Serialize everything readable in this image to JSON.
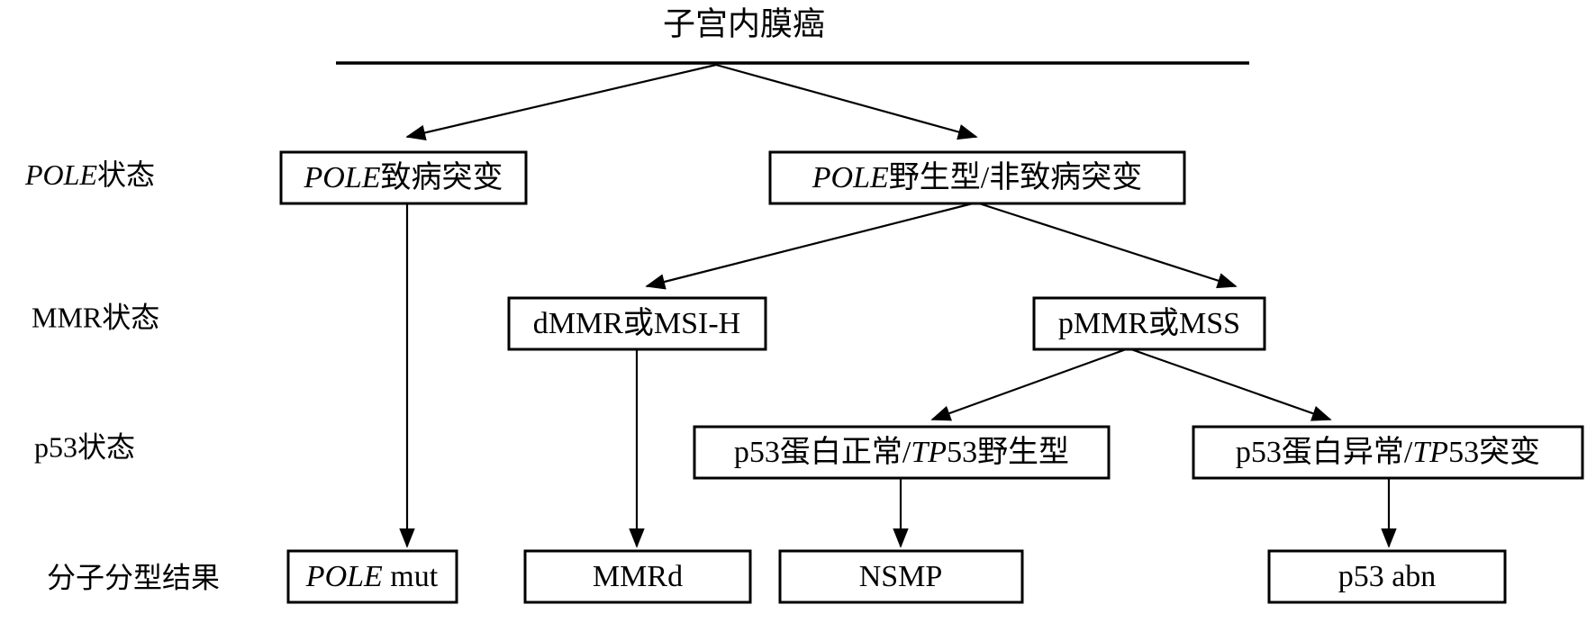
{
  "diagram": {
    "title": "子宫内膜癌",
    "type": "flowchart",
    "orientation": "top-down",
    "colors": {
      "background": "#ffffff",
      "stroke": "#000000",
      "box_fill": "#ffffff",
      "text": "#000000"
    },
    "row_labels": [
      {
        "id": "pole-status",
        "text_italic": "POLE",
        "text_plain": "状态",
        "full": "POLE状态"
      },
      {
        "id": "mmr-status",
        "text_italic": "",
        "text_plain": "MMR状态",
        "full": "MMR状态"
      },
      {
        "id": "p53-status",
        "text_italic": "",
        "text_plain": "p53状态",
        "full": "p53状态"
      },
      {
        "id": "classification-result",
        "text_italic": "",
        "text_plain": "分子分型结果",
        "full": "分子分型结果"
      }
    ],
    "nodes": {
      "root": {
        "id": "root",
        "label": "子宫内膜癌"
      },
      "pole_mut": {
        "id": "pole-pathogenic-mutation",
        "italic": "POLE",
        "plain": "致病突变",
        "full": "POLE致病突变"
      },
      "pole_wt": {
        "id": "pole-wildtype-nonpathogenic",
        "italic": "POLE",
        "plain": "野生型/非致病突变",
        "full": "POLE野生型/非致病突变"
      },
      "dmmr": {
        "id": "dmmr-msi-h",
        "italic": "",
        "plain": "dMMR或MSI-H",
        "full": "dMMR或MSI-H"
      },
      "pmmr": {
        "id": "pmmr-mss",
        "italic": "",
        "plain": "pMMR或MSS",
        "full": "pMMR或MSS"
      },
      "p53_normal": {
        "id": "p53-normal-tp53-wildtype",
        "pre": "p53蛋白正常/",
        "italic": "TP",
        "post": "53野生型",
        "full": "p53蛋白正常/TP53野生型"
      },
      "p53_abnormal": {
        "id": "p53-abnormal-tp53-mutated",
        "pre": "p53蛋白异常/",
        "italic": "TP",
        "post": "53突变",
        "full": "p53蛋白异常/TP53突变"
      },
      "result_pole": {
        "id": "result-pole-mut",
        "italic": "POLE",
        "plain": " mut",
        "full": "POLE mut"
      },
      "result_mmrd": {
        "id": "result-mmrd",
        "italic": "",
        "plain": "MMRd",
        "full": "MMRd"
      },
      "result_nsmp": {
        "id": "result-nsmp",
        "italic": "",
        "plain": "NSMP",
        "full": "NSMP"
      },
      "result_p53abn": {
        "id": "result-p53-abn",
        "italic": "",
        "plain": "p53 abn",
        "full": "p53 abn"
      }
    },
    "edges": [
      {
        "from": "root",
        "to": "pole_mut",
        "arrow": true
      },
      {
        "from": "root",
        "to": "pole_wt",
        "arrow": true
      },
      {
        "from": "pole_wt",
        "to": "dmmr",
        "arrow": true
      },
      {
        "from": "pole_wt",
        "to": "pmmr",
        "arrow": true
      },
      {
        "from": "pmmr",
        "to": "p53_normal",
        "arrow": true
      },
      {
        "from": "pmmr",
        "to": "p53_abnormal",
        "arrow": true
      },
      {
        "from": "pole_mut",
        "to": "result_pole",
        "arrow": true
      },
      {
        "from": "dmmr",
        "to": "result_mmrd",
        "arrow": true
      },
      {
        "from": "p53_normal",
        "to": "result_nsmp",
        "arrow": true
      },
      {
        "from": "p53_abnormal",
        "to": "result_p53abn",
        "arrow": true
      }
    ]
  }
}
